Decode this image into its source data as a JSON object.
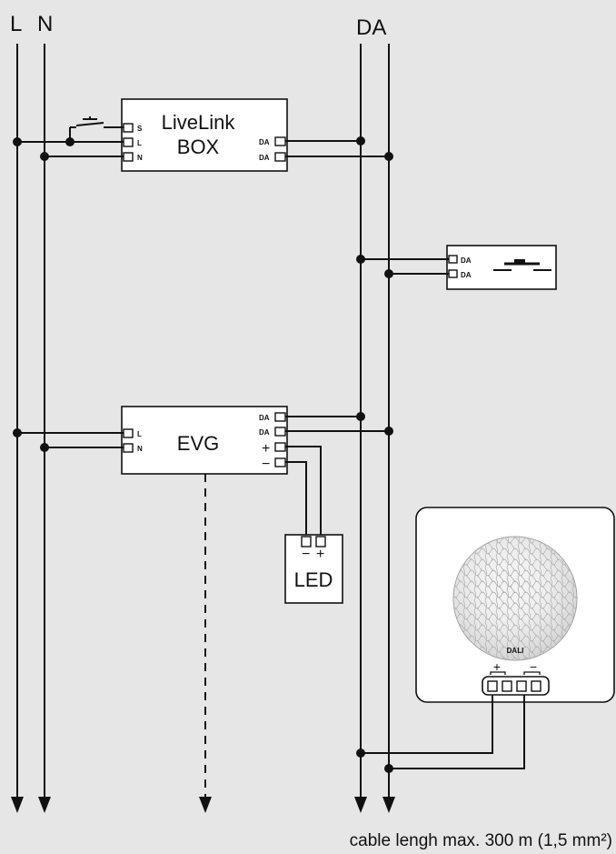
{
  "bus_labels": {
    "l": "L",
    "n": "N",
    "da": "DA"
  },
  "livelink_box": {
    "title_line1": "LiveLink",
    "title_line2": "BOX",
    "terminals_left": [
      "S",
      "L",
      "N"
    ],
    "terminals_right": [
      "DA",
      "DA"
    ]
  },
  "push_button_module": {
    "terminals": [
      "DA",
      "DA"
    ]
  },
  "evg": {
    "title": "EVG",
    "terminals_left": [
      "L",
      "N"
    ],
    "terminals_right": [
      "DA",
      "DA",
      "+",
      "−"
    ]
  },
  "led": {
    "title": "LED",
    "terminal_minus": "−",
    "terminal_plus": "+"
  },
  "dali_sensor": {
    "label": "DALI",
    "pol_plus": "+",
    "pol_minus": "−"
  },
  "footer_note": "cable lengh max. 300 m (1,5 mm²)",
  "colors": {
    "background": "#e6e6e6",
    "line": "#111111",
    "box": "#ffffff"
  }
}
